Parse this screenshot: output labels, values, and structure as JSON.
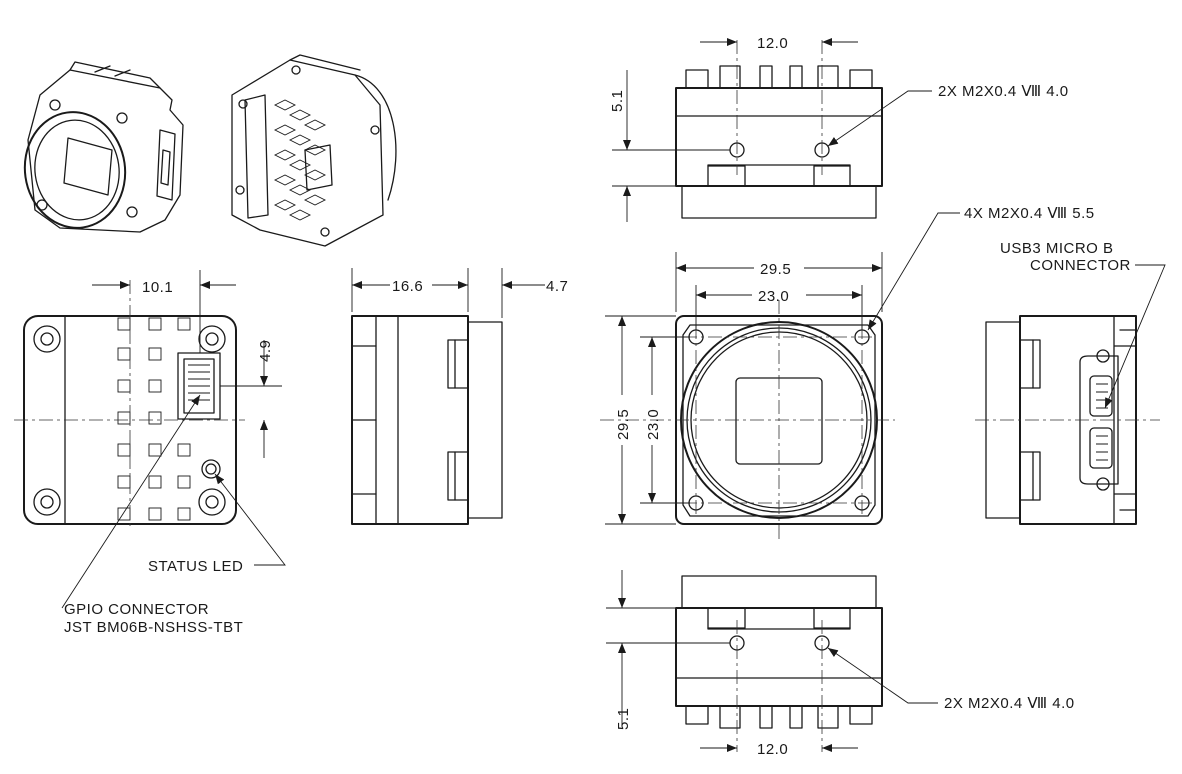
{
  "dims": {
    "top_12": "12.0",
    "top_5_1": "5.1",
    "top_thread": "2X  M2X0.4  Ⅷ  4.0",
    "back_10_1": "10.1",
    "back_4_9": "4.9",
    "side_16_6": "16.6",
    "side_4_7": "4.7",
    "front_29_5_h": "29.5",
    "front_23_0_h": "23.0",
    "front_29_5_v": "29.5",
    "front_23_0_v": "23.0",
    "front_thread": "4X  M2X0.4  Ⅷ  5.5",
    "bottom_12": "12.0",
    "bottom_5_1": "5.1",
    "bottom_thread": "2X  M2X0.4  Ⅷ  4.0"
  },
  "labels": {
    "usb_line1": "USB3  MICRO  B",
    "usb_line2": "CONNECTOR",
    "status_led": "STATUS  LED",
    "gpio_line1": "GPIO  CONNECTOR",
    "gpio_line2": "JST  BM06B-NSHSS-TBT"
  },
  "colors": {
    "line": "#1a1a1a",
    "background": "#ffffff"
  }
}
